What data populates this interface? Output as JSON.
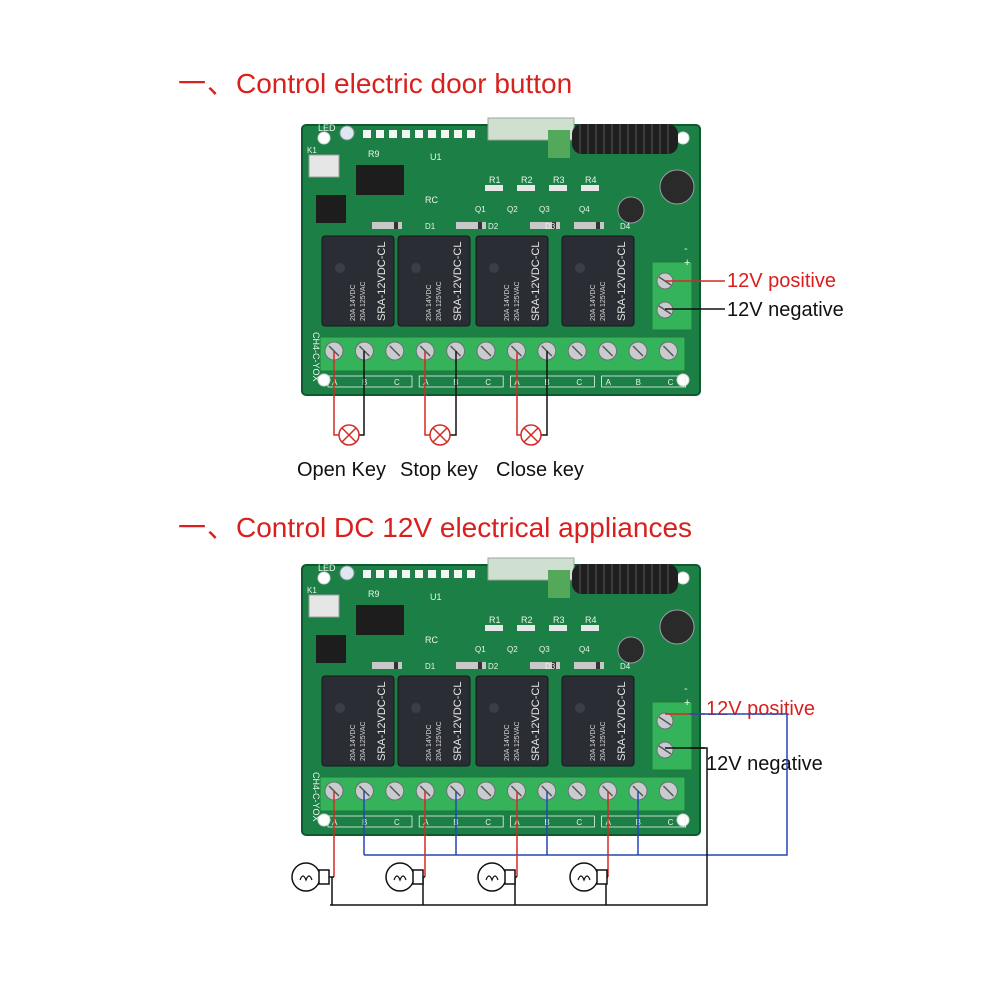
{
  "colors": {
    "heading": "#d8201e",
    "pcb": "#1c7f45",
    "pcb_dark": "#0e5a2c",
    "terminal": "#35b35a",
    "relay": "#2a2d33",
    "wire_red": "#d42a22",
    "wire_black": "#111111",
    "wire_blue": "#2446b8",
    "label_red": "#d8201e",
    "label_black": "#111111"
  },
  "diagram_1": {
    "heading_prefix": "一、",
    "heading_text": "Control electric door button",
    "pcb": {
      "led_label": "LED",
      "u1_label": "U1",
      "r9_label": "R9",
      "rc_label": "RC",
      "k1_label": "K1",
      "r_labels": [
        "R1",
        "R2",
        "R3",
        "R4"
      ],
      "q_labels": [
        "Q1",
        "Q2",
        "Q3",
        "Q4"
      ],
      "d_labels": [
        "D1",
        "D2",
        "D3",
        "D4"
      ],
      "relay_model": "SRA-12VDC-CL",
      "relay_rating_1": "20A 14VDC",
      "relay_rating_2": "20A 125VAC",
      "side_code": "CH4-C-YOX",
      "abc": [
        "A",
        "B",
        "C"
      ],
      "plus_sign": "+",
      "minus_sign": "-"
    },
    "power_positive": "12V positive",
    "power_negative": "12V negative",
    "keys": [
      "Open Key",
      "Stop key",
      "Close key"
    ]
  },
  "diagram_2": {
    "heading_prefix": "一、",
    "heading_text": "Control DC 12V electrical appliances",
    "pcb": {
      "led_label": "LED",
      "u1_label": "U1",
      "r9_label": "R9",
      "rc_label": "RC",
      "k1_label": "K1",
      "r_labels": [
        "R1",
        "R2",
        "R3",
        "R4"
      ],
      "q_labels": [
        "Q1",
        "Q2",
        "Q3",
        "Q4"
      ],
      "d_labels": [
        "D1",
        "D2",
        "D3",
        "D4"
      ],
      "relay_model": "SRA-12VDC-CL",
      "relay_rating_1": "20A 14VDC",
      "relay_rating_2": "20A 125VAC",
      "side_code": "CH4-C-YOX",
      "abc": [
        "A",
        "B",
        "C"
      ],
      "plus_sign": "+",
      "minus_sign": "-"
    },
    "power_positive": "12V positive",
    "power_negative": "12V negative",
    "loads": [
      "bulb-icon",
      "bulb-icon",
      "bulb-icon",
      "bulb-icon"
    ]
  }
}
